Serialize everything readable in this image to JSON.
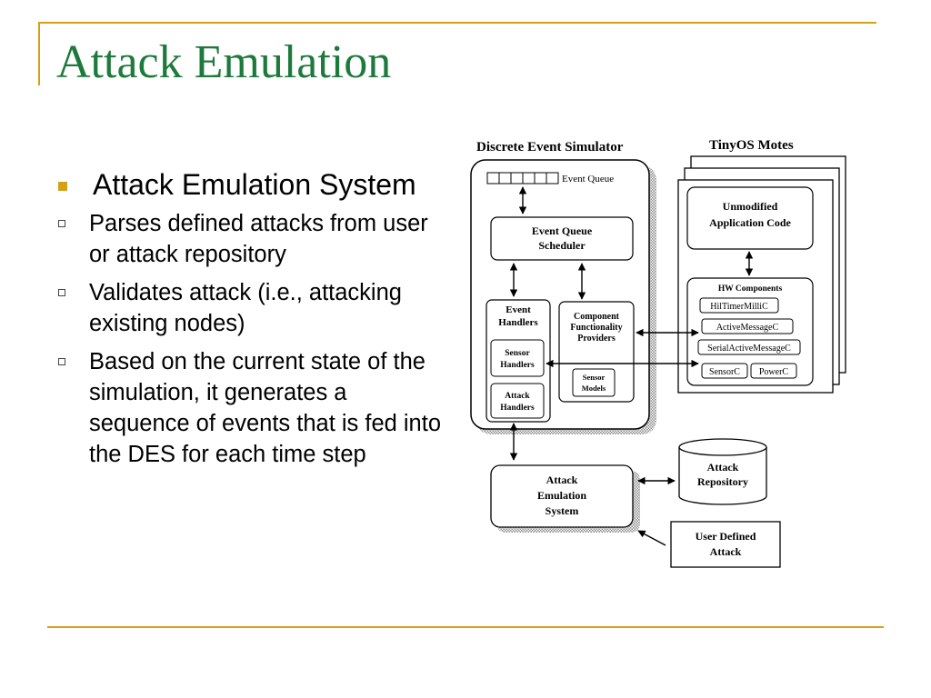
{
  "slide": {
    "title": "Attack Emulation",
    "bullet": "Attack Emulation System",
    "subbullets": [
      "Parses defined attacks from user or attack repository",
      "Validates attack (i.e., attacking existing nodes)",
      "Based on the current state of the simulation, it generates a sequence of events that is fed into the DES for each time step"
    ]
  },
  "colors": {
    "title": "#1e7a3c",
    "accent": "#d4a017"
  },
  "diagram": {
    "des_title": "Discrete Event Simulator",
    "motes_title": "TinyOS Motes",
    "event_queue": "Event Queue",
    "scheduler": [
      "Event Queue",
      "Scheduler"
    ],
    "event_handlers": [
      "Event",
      "Handlers"
    ],
    "sensor_handlers": [
      "Sensor",
      "Handlers"
    ],
    "attack_handlers": [
      "Attack",
      "Handlers"
    ],
    "cfp": [
      "Component",
      "Functionality",
      "Providers"
    ],
    "sensor_models": [
      "Sensor",
      "Models"
    ],
    "app_code": [
      "Unmodified",
      "Application Code"
    ],
    "hw_title": "HW Components",
    "hw_items": [
      "HilTimerMilliC",
      "ActiveMessageC",
      "SerialActiveMessageC",
      "SensorC",
      "PowerC"
    ],
    "aes": [
      "Attack",
      "Emulation",
      "System"
    ],
    "repository": [
      "Attack",
      "Repository"
    ],
    "user_attack": [
      "User Defined",
      "Attack"
    ]
  }
}
